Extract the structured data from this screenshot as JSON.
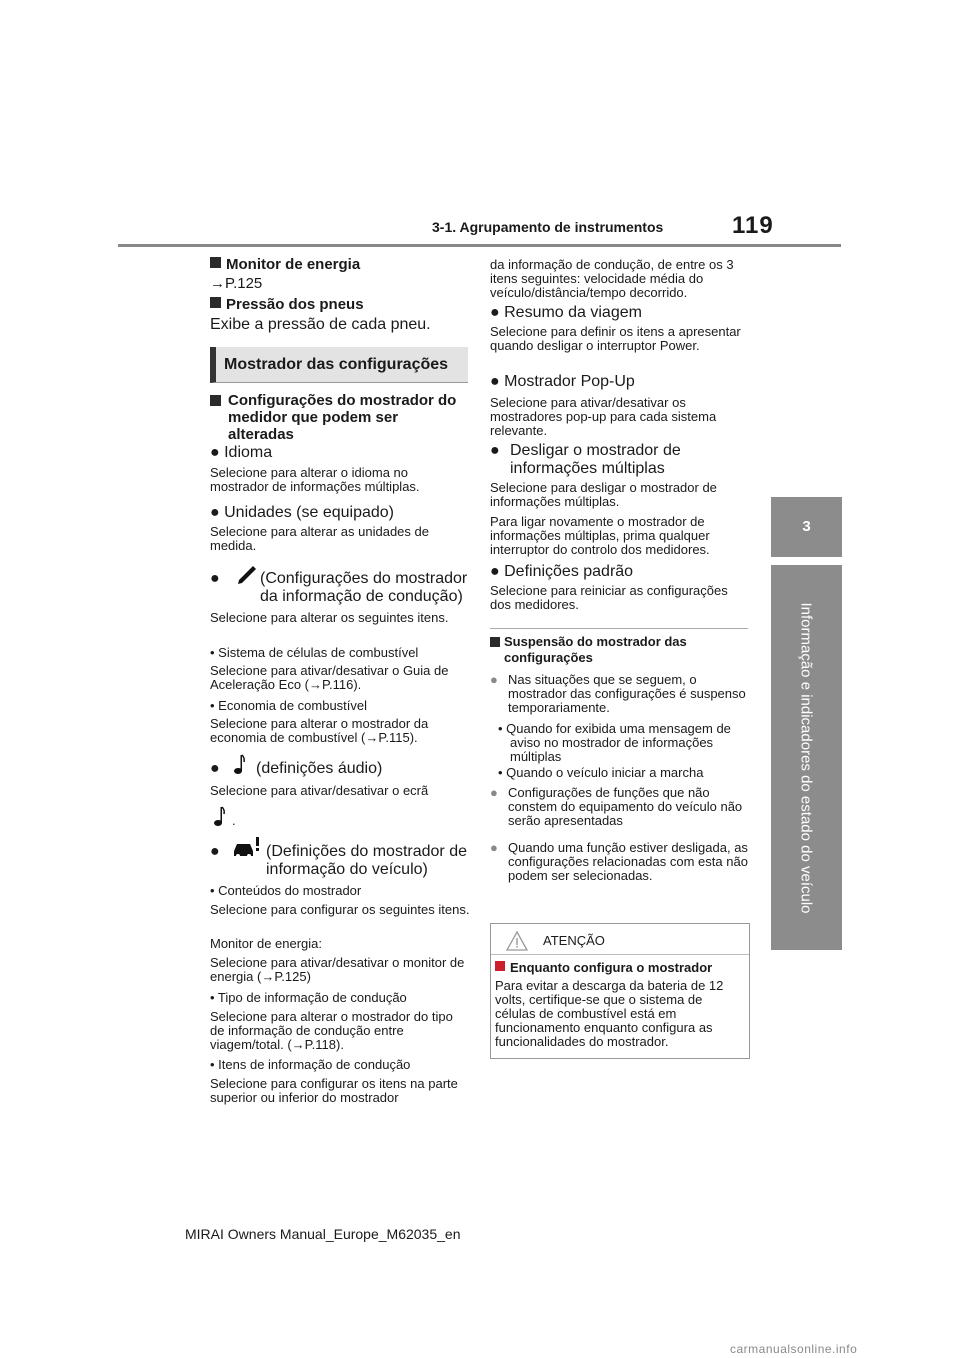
{
  "header": {
    "section": "3-1. Agrupamento de instrumentos",
    "page": "119"
  },
  "side": {
    "chapter_number": "3",
    "chapter_title": "Informação e indicadores do estado do veículo"
  },
  "left": {
    "monitor_title": "Monitor de energia",
    "monitor_ref": "P.125",
    "tire_title": "Pressão dos pneus",
    "tire_text": "Exibe a pressão de cada pneu.",
    "section_title": "Mostrador das configurações",
    "config_title": "Configurações do mostrador do medidor que podem ser alteradas",
    "idioma": "Idioma",
    "idioma_desc": "Selecione para alterar o idioma no mostrador de informações múltiplas.",
    "unidades": "Unidades (se equipado)",
    "unidades_desc": "Selecione para alterar as unidades de medida.",
    "drive_title": "(Configurações do mostrador da informação de condução)",
    "drive_desc": "Selecione para alterar os seguintes itens.",
    "fc_item": "• Sistema de células de combustível",
    "fc_desc": "Selecione para ativar/desativar o Guia de Aceleração Eco (",
    "fc_ref": "P.116).",
    "eco_item": "• Economia de combustível",
    "eco_desc": "Selecione para alterar o mostrador da economia de combustível (",
    "eco_ref": "P.115).",
    "audio_title": "(definições áudio)",
    "audio_desc": "Selecione para ativar/desativar o ecrã",
    "audio_period": ".",
    "vehicle_title": "(Definições do mostrador de informação do veículo)",
    "cont_item": "• Conteúdos do mostrador",
    "cont_desc": "Selecione para configurar os seguintes itens.",
    "me_label": "Monitor de energia:",
    "me_desc": "Selecione para ativar/desativar o monitor de energia (",
    "me_ref": "P.125)",
    "tipo_item": "• Tipo de informação de condução",
    "tipo_desc": "Selecione para alterar o mostrador do tipo de informação de condução entre viagem/total. (",
    "tipo_ref": "P.118).",
    "itens_item": "• Itens de informação de condução",
    "itens_desc": "Selecione para configurar os itens na parte superior ou inferior do mostrador"
  },
  "right": {
    "cont_text": "da informação de condução, de entre os 3 itens seguintes: velocidade média do veículo/distância/tempo decorrido.",
    "resumo": "Resumo da viagem",
    "resumo_desc": "Selecione para definir os itens a apresentar quando desligar o interruptor Power.",
    "popup": "Mostrador Pop-Up",
    "popup_desc": "Selecione para ativar/desativar os mostradores pop-up para cada sistema relevante.",
    "desligar": "Desligar o mostrador de informações múltiplas",
    "desligar_desc1": "Selecione para desligar o mostrador de informações múltiplas.",
    "desligar_desc2": "Para ligar novamente o mostrador de informações múltiplas, prima qualquer interruptor do controlo dos medidores.",
    "padrao": "Definições padrão",
    "padrao_desc": "Selecione para reiniciar as configurações dos medidores.",
    "susp_title": "Suspensão do mostrador das configurações",
    "susp_b1": "Nas situações que se seguem, o mostrador das configurações é suspenso temporariamente.",
    "susp_s1": "• Quando for exibida uma mensagem de aviso no mostrador de informações múltiplas",
    "susp_s2": "• Quando o veículo iniciar a marcha",
    "susp_b2": "Configurações de funções que não constem do equipamento do veículo não serão apresentadas",
    "susp_b3": "Quando uma função estiver desligada, as configurações relacionadas com esta não podem ser selecionadas."
  },
  "warning": {
    "label": "ATENÇÃO",
    "title": "Enquanto configura o mostrador",
    "text": "Para evitar a descarga da bateria de 12 volts, certifique-se que o sistema de células de combustível está em funcionamento enquanto configura as funcionalidades do mostrador."
  },
  "footer": "MIRAI Owners Manual_Europe_M62035_en",
  "watermark": "carmanualsonline.info"
}
